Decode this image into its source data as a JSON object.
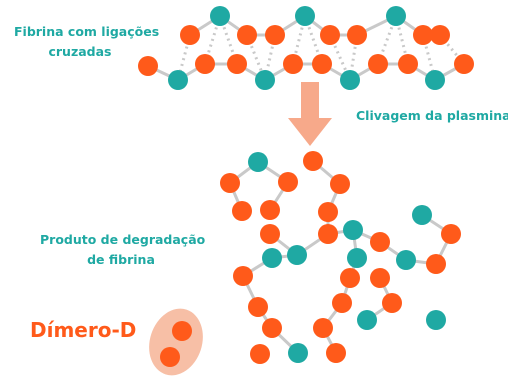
{
  "labels": {
    "crosslinked_fibrin": [
      "Fibrina com ligações",
      "cruzadas"
    ],
    "plasmin_cleavage": "Clivagem da plasmina",
    "fibrin_degradation_product": [
      "Produto de degradação",
      "de fibrina"
    ],
    "d_dimer": "Dímero-D"
  },
  "colors": {
    "orange_node": "#ff5a1a",
    "teal_node": "#1fa9a3",
    "bond": "#c9c9c9",
    "crosslink": "#c9c9c9",
    "arrow": "#f7a98a",
    "d_dimer_background": "#f7bfa6",
    "label_teal": "#1fa9a3",
    "label_orange": "#ff5a1a"
  }
}
